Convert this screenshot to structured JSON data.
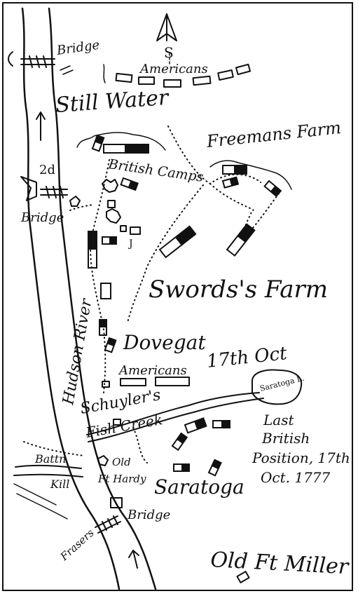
{
  "labels": {
    "bridge_top": "Bridge",
    "compass_s": "S",
    "americans_north": "Americans",
    "still_water": "Still Water",
    "freemans_farm": "Freemans Farm",
    "british_camps": "British Camps",
    "marker_2d": "2d",
    "bridge_left": "Bridge",
    "marker_j": "J",
    "swords_farm": "Swords's Farm",
    "hudson_river": "Hudson River",
    "dovegat": "Dovegat",
    "oct_17": "17th Oct",
    "americans_south": "Americans",
    "saratoga_lake": "Saratoga L.",
    "schuylers": "Schuyler's",
    "fish_creek": "Fish Creek",
    "last_british": "Last",
    "last_british_2": "British",
    "last_british_3": "Position, 17th",
    "last_british_4": "Oct. 1777",
    "battn": "Battn",
    "kill": "Kill",
    "old": "Old",
    "ft_hardy": "Ft Hardy",
    "saratoga": "Saratoga",
    "bridge_bottom": "Bridge",
    "fraser": "Frasers",
    "old_ft_miller": "Old Ft Miller"
  }
}
